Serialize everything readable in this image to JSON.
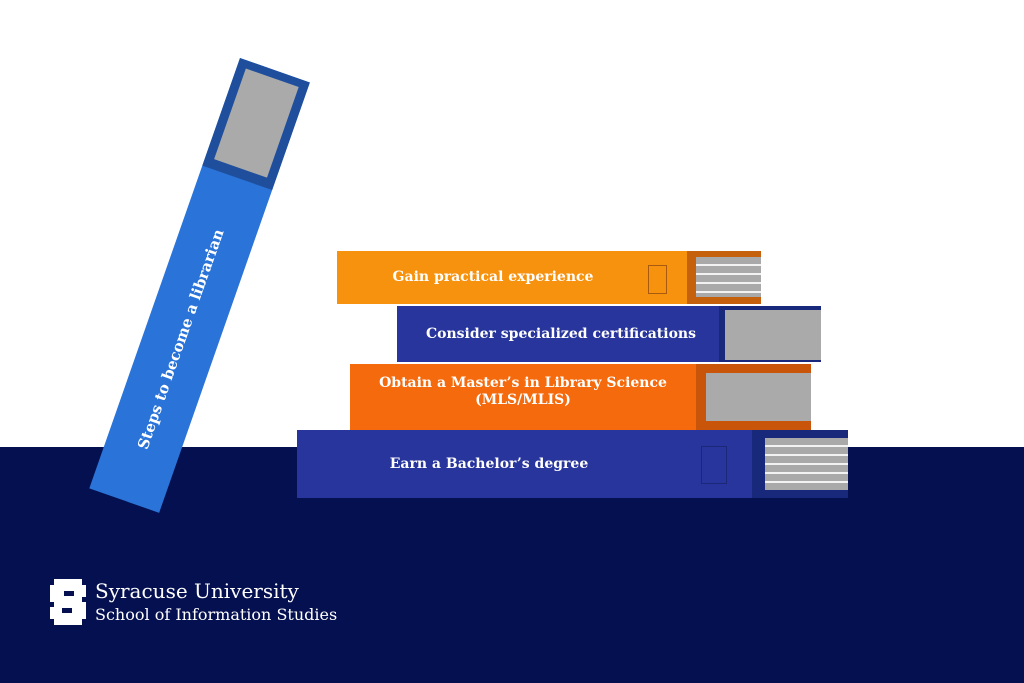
{
  "colors": {
    "navy_floor": "#051050",
    "blue_book": "#28359d",
    "orange_book": "#f46a0c",
    "light_orange_book": "#f7920e",
    "leaning_book": "#2a73d8",
    "pages": "#aaaaaa"
  },
  "leaning_book": {
    "label": "Steps to become a librarian"
  },
  "steps": [
    {
      "label": "Gain practical experience"
    },
    {
      "label": "Consider specialized certifications"
    },
    {
      "label_line1": "Obtain a Master’s in Library Science",
      "label_line2": "(MLS/MLIS)"
    },
    {
      "label": "Earn a Bachelor’s degree"
    }
  ],
  "logo": {
    "mark_icon": "block-s-icon",
    "line1": "Syracuse University",
    "line2": "School of Information Studies"
  }
}
